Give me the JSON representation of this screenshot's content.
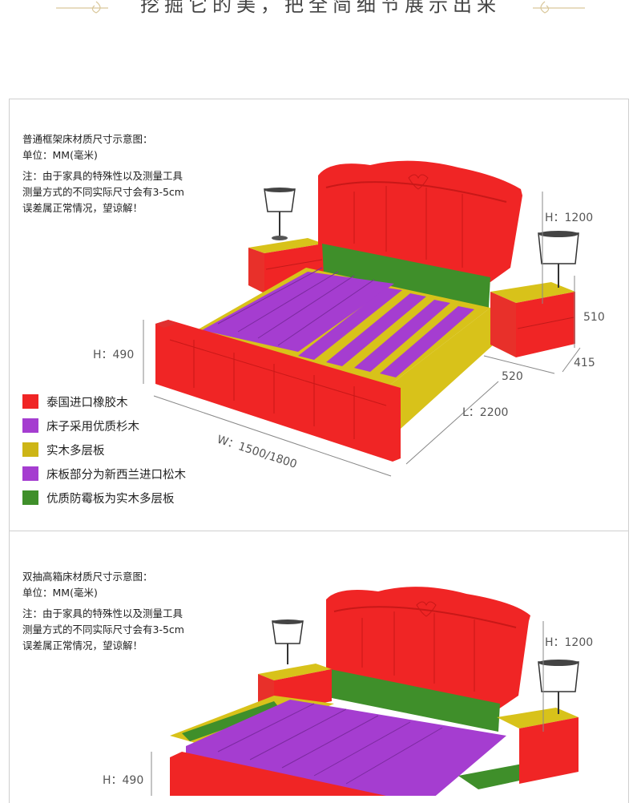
{
  "header": {
    "title": "挖掘它的美，把全简细节展示出来"
  },
  "panels": [
    {
      "title": "普通框架床材质尺寸示意图：",
      "unit": "单位：MM(毫米)",
      "note_lines": [
        "注：由于家具的特殊性以及测量工具",
        "测量方式的不同实际尺寸会有3-5cm",
        "误差属正常情况，望谅解！"
      ],
      "dims": {
        "h_head": "H：1200",
        "h_side": "H：490",
        "h_night": "510",
        "nd_depth": "415",
        "nd_width": "520",
        "length": "L：2200",
        "width": "W：1500/1800"
      }
    },
    {
      "title": "双抽高箱床材质尺寸示意图：",
      "unit": "单位：MM(毫米)",
      "note_lines": [
        "注：由于家具的特殊性以及测量工具",
        "测量方式的不同实际尺寸会有3-5cm",
        "误差属正常情况，望谅解！"
      ],
      "dims": {
        "h_head": "H：1200",
        "h_side": "H：490"
      }
    }
  ],
  "legend": [
    {
      "label": "泰国进口橡胶木",
      "color": "#f02525"
    },
    {
      "label": "床子采用优质杉木",
      "color": "#a53dd0"
    },
    {
      "label": "实木多层板",
      "color": "#cdb516"
    },
    {
      "label": "床板部分为新西兰进口松木",
      "color": "#a53dd0"
    },
    {
      "label": "优质防霉板为实木多层板",
      "color": "#3f8f2a"
    }
  ],
  "colors": {
    "red": "#f02525",
    "purple": "#a53dd0",
    "yellow": "#d8c21a",
    "green": "#3f8f2a",
    "frame": "#cfcfcf"
  }
}
